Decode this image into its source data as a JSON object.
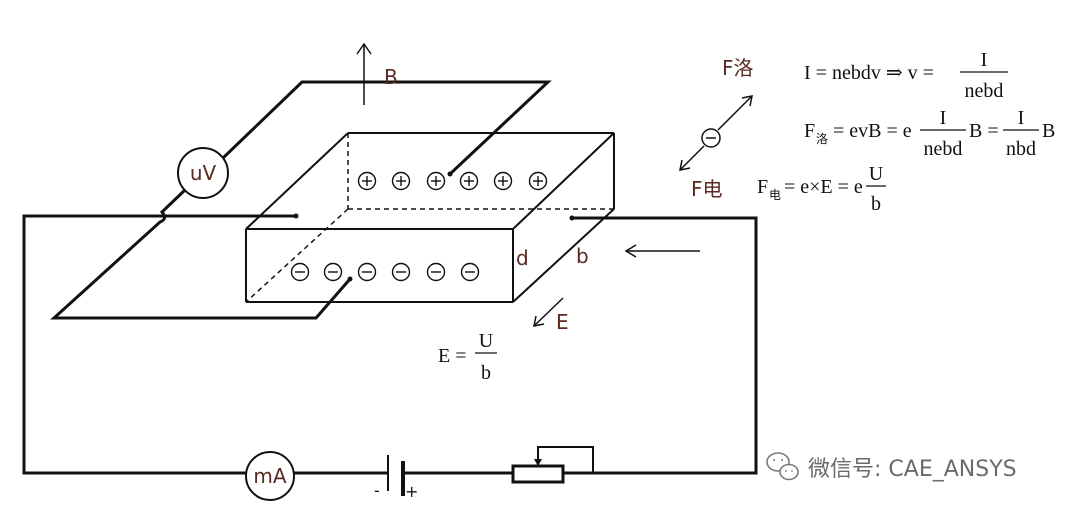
{
  "labels": {
    "B": "B",
    "d": "d",
    "b": "b",
    "E": "E",
    "F_luo": "F洛",
    "F_dian": "F电",
    "uV": "uV",
    "mA": "mA",
    "plus_sign": "+",
    "minus_sign": "-",
    "electron_sign": "−"
  },
  "equations": {
    "eq1_lhs": "I = nebdv ⇒ v =",
    "eq1_num": "I",
    "eq1_den": "nebd",
    "eq2_F": "F",
    "eq2_sub": "洛",
    "eq2_mid": "= evB = e",
    "eq2_num1": "I",
    "eq2_den1": "nebd",
    "eq2_mid2": "B =",
    "eq2_num2": "I",
    "eq2_den2": "nbd",
    "eq2_end": "B",
    "eq3_F": "F",
    "eq3_sub": "电",
    "eq3_mid": "= e×E = e",
    "eq3_num": "U",
    "eq3_den": "b",
    "eq4_lhs": "E =",
    "eq4_num": "U",
    "eq4_den": "b"
  },
  "watermark": "微信号: CAE_ANSYS"
}
